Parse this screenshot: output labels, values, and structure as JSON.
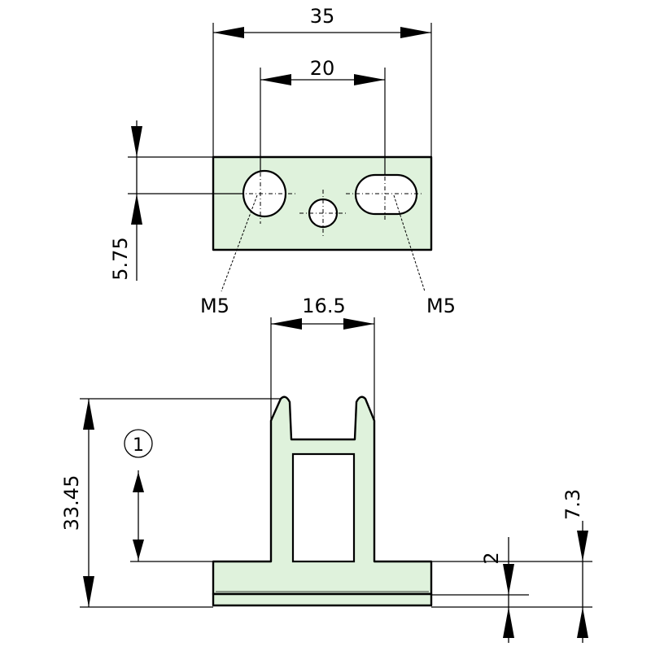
{
  "top_view": {
    "dim_width": "35",
    "dim_hole_spacing": "20",
    "dim_hole_offset": "5.75",
    "thread_left": "M5",
    "thread_right": "M5"
  },
  "front_view": {
    "dim_width": "16.5",
    "dim_height": "33.45",
    "dim_upper": "7.3",
    "dim_lower": "2",
    "callout_number": "1"
  }
}
